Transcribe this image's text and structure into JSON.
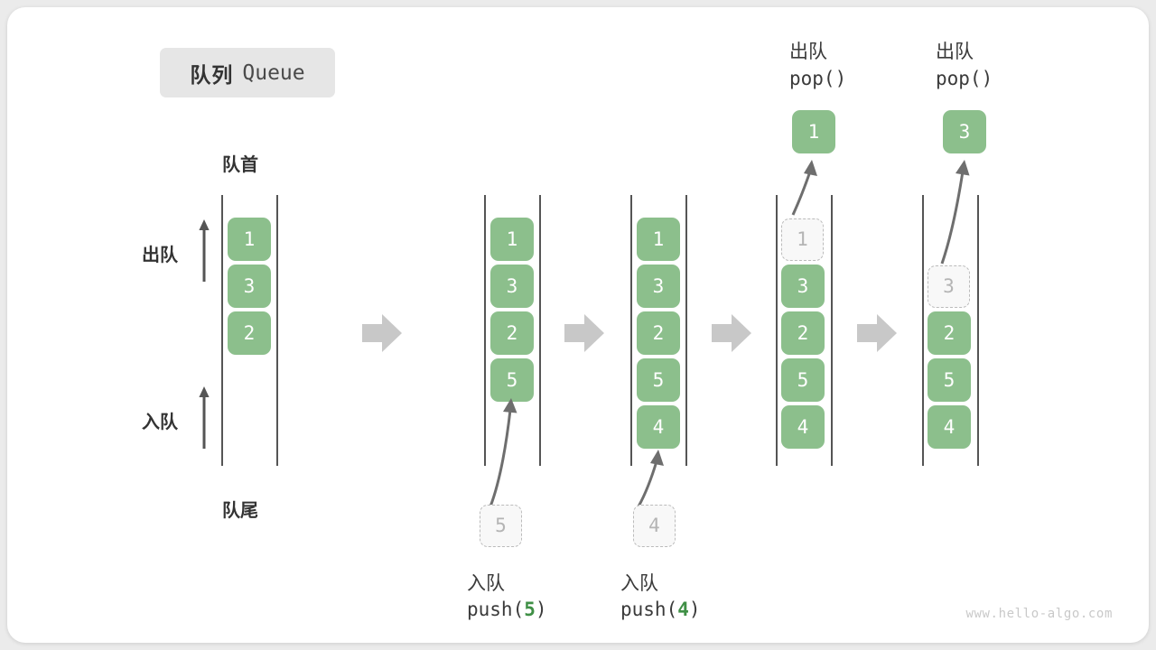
{
  "title": {
    "cn": "队列",
    "en": "Queue"
  },
  "labels": {
    "front": "队首",
    "rear": "队尾",
    "dequeue": "出队",
    "enqueue": "入队",
    "pop_code": "pop()",
    "push_code_prefix": "push(",
    "push_code_suffix": ")"
  },
  "watermark": "www.hello-algo.com",
  "colors": {
    "box_green": "#8cbf8c",
    "ghost_fill": "#f8f8f8",
    "ghost_border": "#bbbbbb",
    "ghost_text": "#b4b4b4",
    "rail": "#555555",
    "step_arrow": "#c8c8c8",
    "curve_arrow": "#6e6e6e",
    "code_number": "#3f8f45",
    "chip_bg": "#e6e6e6",
    "card_bg": "#ffffff",
    "page_bg": "#ebebeb"
  },
  "chart_data": {
    "type": "diagram",
    "title": "队列 Queue",
    "columns": [
      {
        "id": "state-initial",
        "caption_cn": "",
        "caption_code": "",
        "items": [
          "1",
          "3",
          "2"
        ],
        "ghost_in_column": null,
        "popped_value": null,
        "incoming_value": null
      },
      {
        "id": "after-push-5",
        "caption_cn": "入队",
        "caption_code": "push(5)",
        "items": [
          "1",
          "3",
          "2",
          "5"
        ],
        "ghost_in_column": null,
        "popped_value": null,
        "incoming_value": "5"
      },
      {
        "id": "after-push-4",
        "caption_cn": "入队",
        "caption_code": "push(4)",
        "items": [
          "1",
          "3",
          "2",
          "5",
          "4"
        ],
        "ghost_in_column": null,
        "popped_value": null,
        "incoming_value": "4"
      },
      {
        "id": "after-pop-1",
        "caption_cn": "出队",
        "caption_code": "pop()",
        "items": [
          "3",
          "2",
          "5",
          "4"
        ],
        "ghost_in_column": "1",
        "popped_value": "1",
        "incoming_value": null
      },
      {
        "id": "after-pop-3",
        "caption_cn": "出队",
        "caption_code": "pop()",
        "items": [
          "2",
          "5",
          "4"
        ],
        "ghost_in_column": "3",
        "popped_value": "3",
        "incoming_value": null
      }
    ],
    "annotations": [
      "队首",
      "队尾",
      "出队",
      "入队"
    ]
  },
  "columns": {
    "c1": {
      "items": [
        "1",
        "3",
        "2"
      ]
    },
    "c2": {
      "items": [
        "1",
        "3",
        "2",
        "5"
      ],
      "ghost": "5",
      "cn": "入队",
      "code_num": "5"
    },
    "c3": {
      "items": [
        "1",
        "3",
        "2",
        "5",
        "4"
      ],
      "ghost": "4",
      "cn": "入队",
      "code_num": "4"
    },
    "c4": {
      "ghost": "1",
      "items": [
        "3",
        "2",
        "5",
        "4"
      ],
      "popped": "1",
      "cn": "出队"
    },
    "c5": {
      "ghost": "3",
      "items": [
        "2",
        "5",
        "4"
      ],
      "popped": "3",
      "cn": "出队"
    }
  }
}
